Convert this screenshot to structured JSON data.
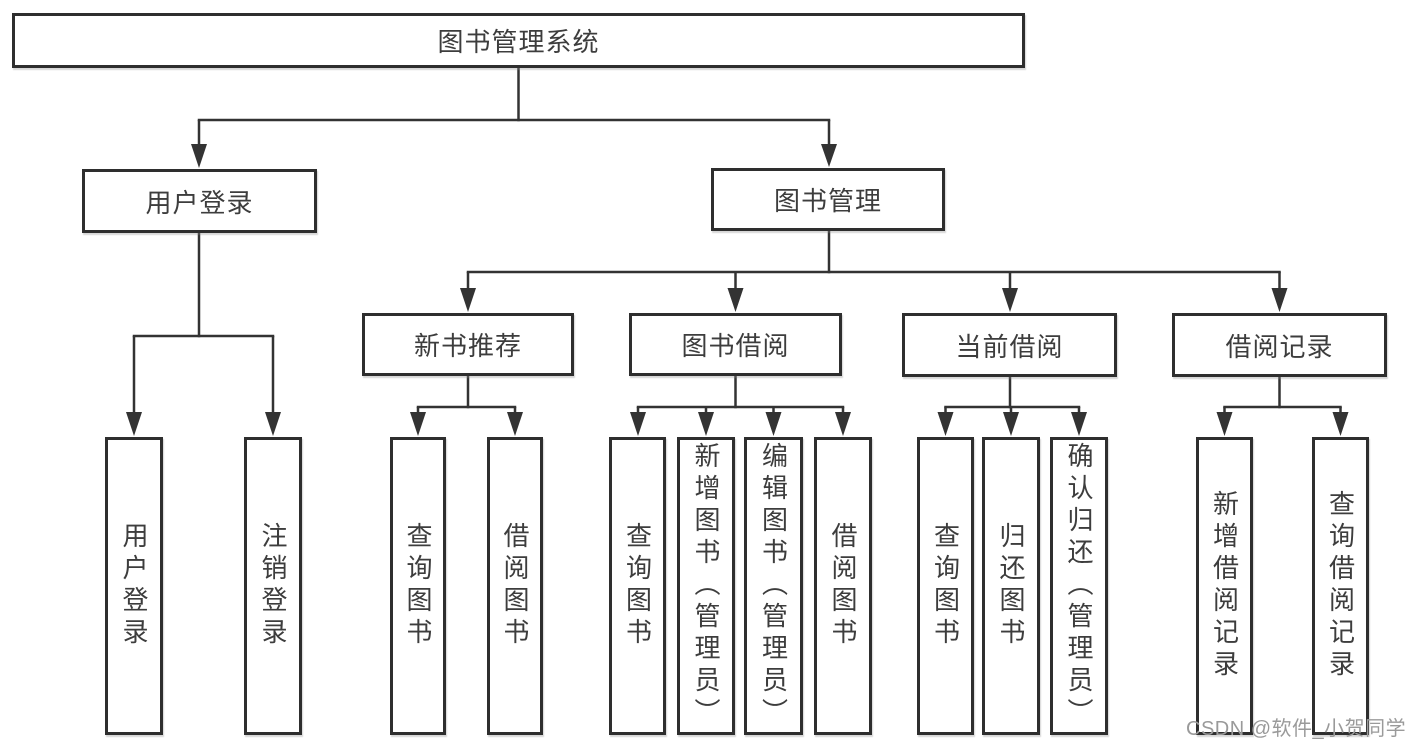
{
  "root": {
    "label": "图书管理系统"
  },
  "user_login": {
    "label": "用户登录",
    "children": [
      "用户登录",
      "注销登录"
    ]
  },
  "book_management": {
    "label": "图书管理",
    "sections": [
      {
        "label": "新书推荐",
        "children": [
          "查询图书",
          "借阅图书"
        ]
      },
      {
        "label": "图书借阅",
        "children": [
          "查询图书",
          "新增图书（管理员）",
          "编辑图书（管理员）",
          "借阅图书"
        ]
      },
      {
        "label": "当前借阅",
        "children": [
          "查询图书",
          "归还图书",
          "确认归还（管理员）"
        ]
      },
      {
        "label": "借阅记录",
        "children": [
          "新增借阅记录",
          "查询借阅记录"
        ]
      }
    ]
  },
  "watermark": "CSDN @软件_小贺同学",
  "colors": {
    "line": "#333333",
    "box_border": "#2e2e2e",
    "text": "#3d3d3d",
    "watermark": "#9a9a9a",
    "background": "#ffffff"
  }
}
